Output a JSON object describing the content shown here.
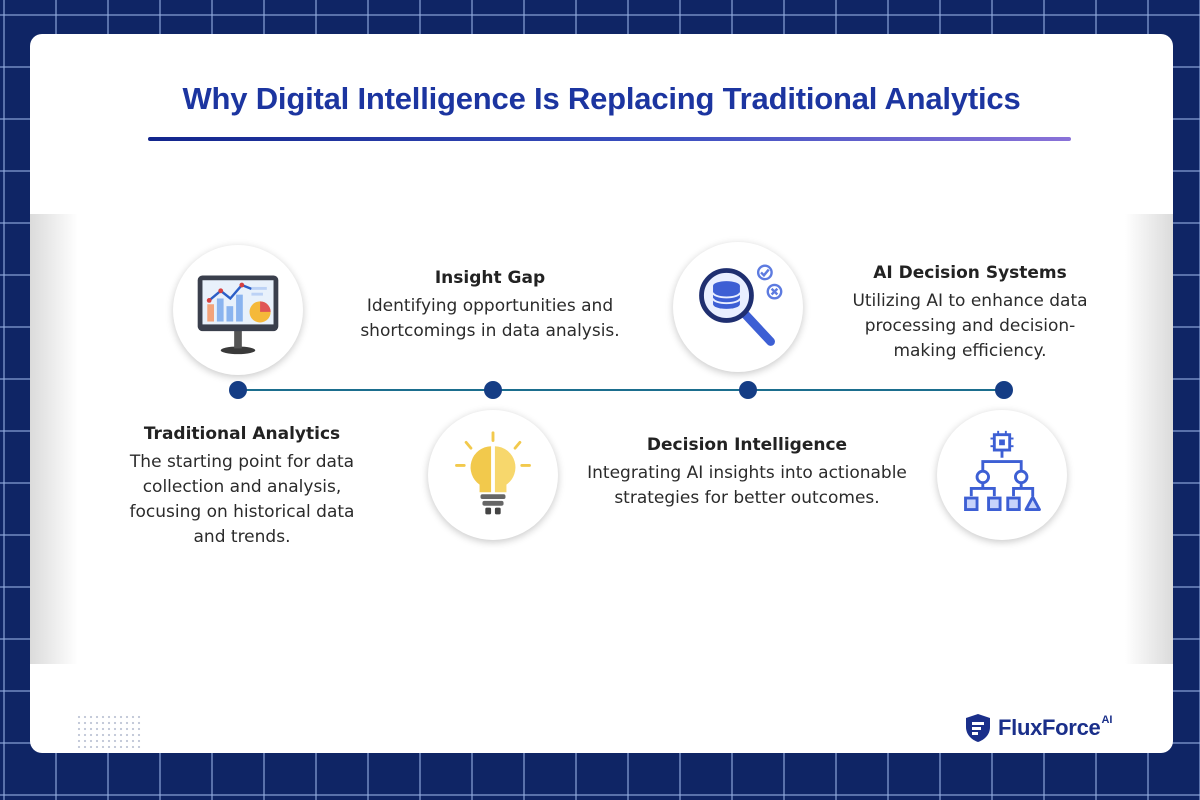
{
  "title": "Why Digital Intelligence Is Replacing Traditional Analytics",
  "steps": [
    {
      "title": "Traditional Analytics",
      "description": "The starting point for data collection and analysis, focusing on historical data and trends.",
      "icon": "monitor-chart-icon"
    },
    {
      "title": "Insight Gap",
      "description": "Identifying opportunities and shortcomings in data analysis.",
      "icon": "lightbulb-icon"
    },
    {
      "title": "Decision Intelligence",
      "description": "Integrating AI insights into actionable strategies for better outcomes.",
      "icon": "database-search-icon"
    },
    {
      "title": "AI Decision Systems",
      "description": "Utilizing AI to enhance data processing and decision-making efficiency.",
      "icon": "ai-decision-tree-icon"
    }
  ],
  "logo": {
    "name": "FluxForce",
    "suffix": "AI",
    "icon": "shield-logo-icon"
  },
  "colors": {
    "background": "#0f2565",
    "title": "#1c35a0",
    "timeline": "#1b6e8e",
    "dot": "#153d85",
    "icon_blue": "#3d5fd4",
    "bulb_yellow": "#f2c94c"
  }
}
